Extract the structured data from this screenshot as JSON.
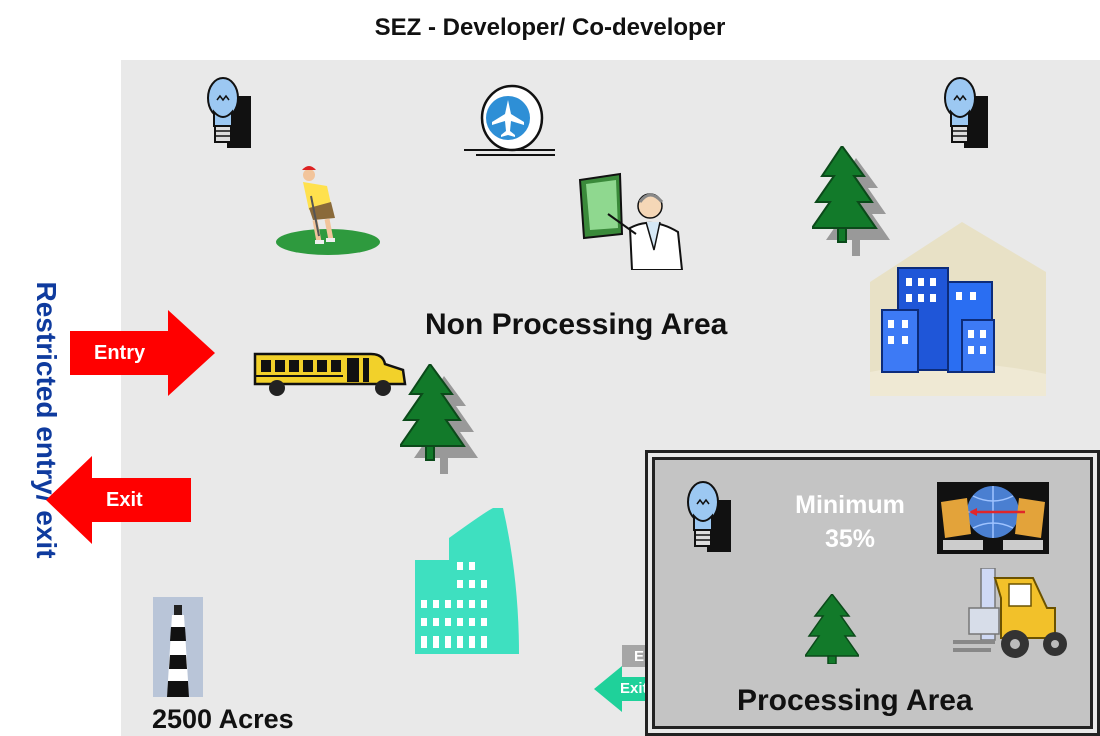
{
  "header": {
    "title": "SEZ - Developer/ Co-developer"
  },
  "side": {
    "label": "Restricted entry/ exit"
  },
  "zone": {
    "non_processing_label": "Non Processing Area",
    "area_label": "2500 Acres"
  },
  "main_gate": {
    "entry_label": "Entry",
    "exit_label": "Exit"
  },
  "processing": {
    "label": "Processing Area",
    "minimum_label": "Minimum",
    "minimum_value": "35%",
    "entry_label": "Entry",
    "exit_label": "Exit"
  },
  "colors": {
    "red_arrow": "#ff0000",
    "side_label": "#0f3b9e",
    "processing_fill": "#c4c4c4",
    "zone_fill": "#e9e9e9"
  },
  "icons": [
    "light-bulb-icon",
    "airplane-icon",
    "golfer-icon",
    "presenter-icon",
    "pine-tree-icon",
    "office-building-icon",
    "school-bus-icon",
    "tall-building-icon",
    "lighthouse-icon",
    "computer-exchange-icon",
    "forklift-icon"
  ]
}
